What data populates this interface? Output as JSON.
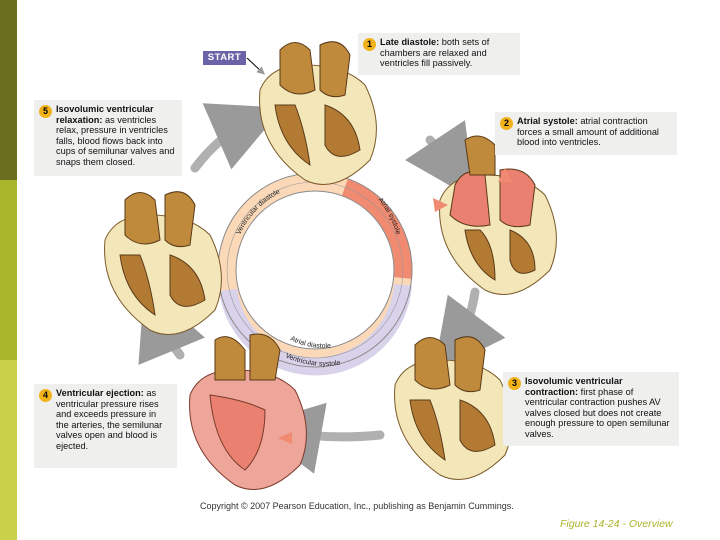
{
  "slide": {
    "copyright": "Copyright © 2007 Pearson Education, Inc., publishing as Benjamin Cummings.",
    "caption": "Figure 14-24 - Overview",
    "start": "START"
  },
  "steps": [
    {
      "num": "1",
      "title": "Late diastole:",
      "text": " both sets of chambers are relaxed and ventricles fill passively."
    },
    {
      "num": "2",
      "title": "Atrial systole:",
      "text": " atrial contraction forces a small amount of additional blood into ventricles."
    },
    {
      "num": "3",
      "title": "Isovolumic ventricular contraction:",
      "text": " first phase of ventricular contraction pushes AV valves closed but does not create enough pressure to open semilunar valves."
    },
    {
      "num": "4",
      "title": "Ventricular ejection:",
      "text": " as ventricular pressure rises and exceeds pressure in the arteries, the semilunar valves open and blood is ejected."
    },
    {
      "num": "5",
      "title": "Isovolumic ventricular relaxation:",
      "text": " as ventricles relax, pressure in ventricles falls, blood flows back into cups of semilunar valves and snaps them closed."
    }
  ],
  "ring": {
    "outer_top": "Ventricular diastole",
    "outer_right": "Atrial systole",
    "inner_bottom": "Atrial diastole",
    "outer_bottom": "Ventricular systole"
  },
  "colors": {
    "atrial_systole": "#f08a70",
    "diastole": "#fbd9b8",
    "ventricular_systole": "#d8d2ea",
    "heart_tissue": "#c08a3c",
    "contracting": "#e98070"
  }
}
